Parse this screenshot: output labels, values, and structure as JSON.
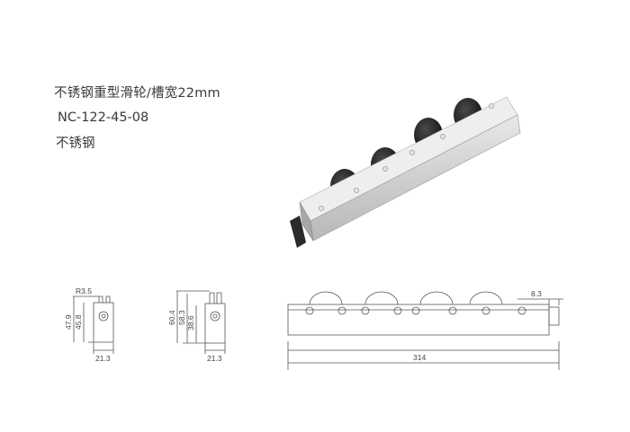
{
  "product": {
    "title": "不锈钢重型滑轮/槽宽22mm",
    "model": "NC-122-45-08",
    "material": "不锈钢"
  },
  "drawings": {
    "view1": {
      "radius": "R3.5",
      "height_total": "47.9",
      "height_inner": "45.8",
      "width": "21.3"
    },
    "view2": {
      "height_total": "60.4",
      "height_mid": "58.3",
      "height_low": "38.6",
      "width": "21.3"
    },
    "view3": {
      "length": "314",
      "offset": "8.3"
    }
  },
  "colors": {
    "line": "#555555",
    "steel": "#d9d9d9",
    "wheel": "#222222"
  }
}
